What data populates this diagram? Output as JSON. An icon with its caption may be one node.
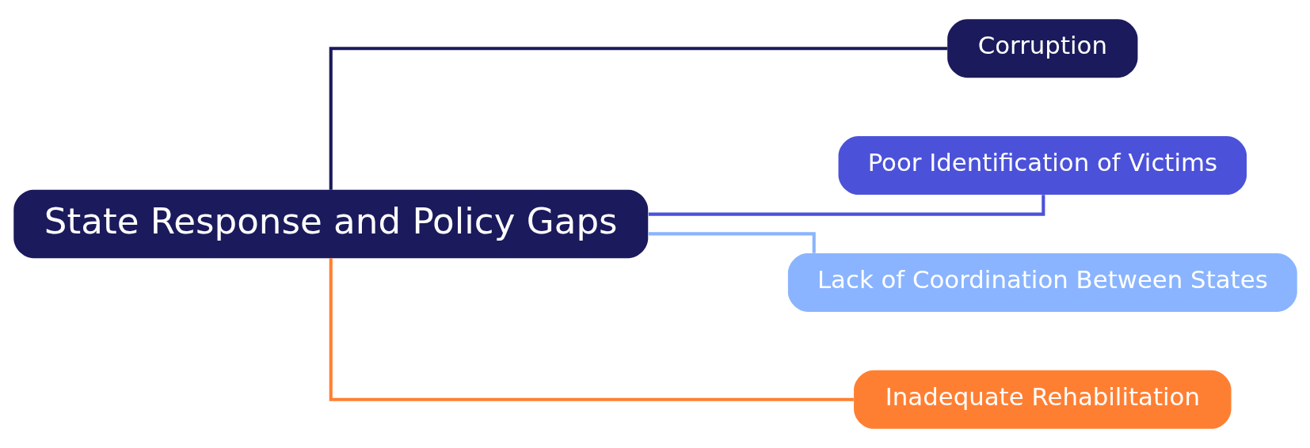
{
  "diagram": {
    "nodes": [
      {
        "text": [
          "State Response and Policy Gaps"
        ]
      },
      {
        "text": [
          "Corruption"
        ]
      },
      {
        "text": [
          "Poor Identification of Victims"
        ]
      },
      {
        "text": [
          "Lack of Coordination Between States"
        ]
      },
      {
        "text": [
          "Inadequate Rehabilitation"
        ]
      }
    ],
    "edges": [
      {
        "from": 0,
        "to": 1,
        "arrow": "none",
        "color": "#1b1a5c"
      },
      {
        "from": 0,
        "to": 2,
        "arrow": "none",
        "color": "#4b52d9"
      },
      {
        "from": 0,
        "to": 3,
        "arrow": "none",
        "color": "#8ab4ff"
      },
      {
        "from": 0,
        "to": 4,
        "arrow": "none",
        "color": "#ff7f32"
      }
    ]
  }
}
